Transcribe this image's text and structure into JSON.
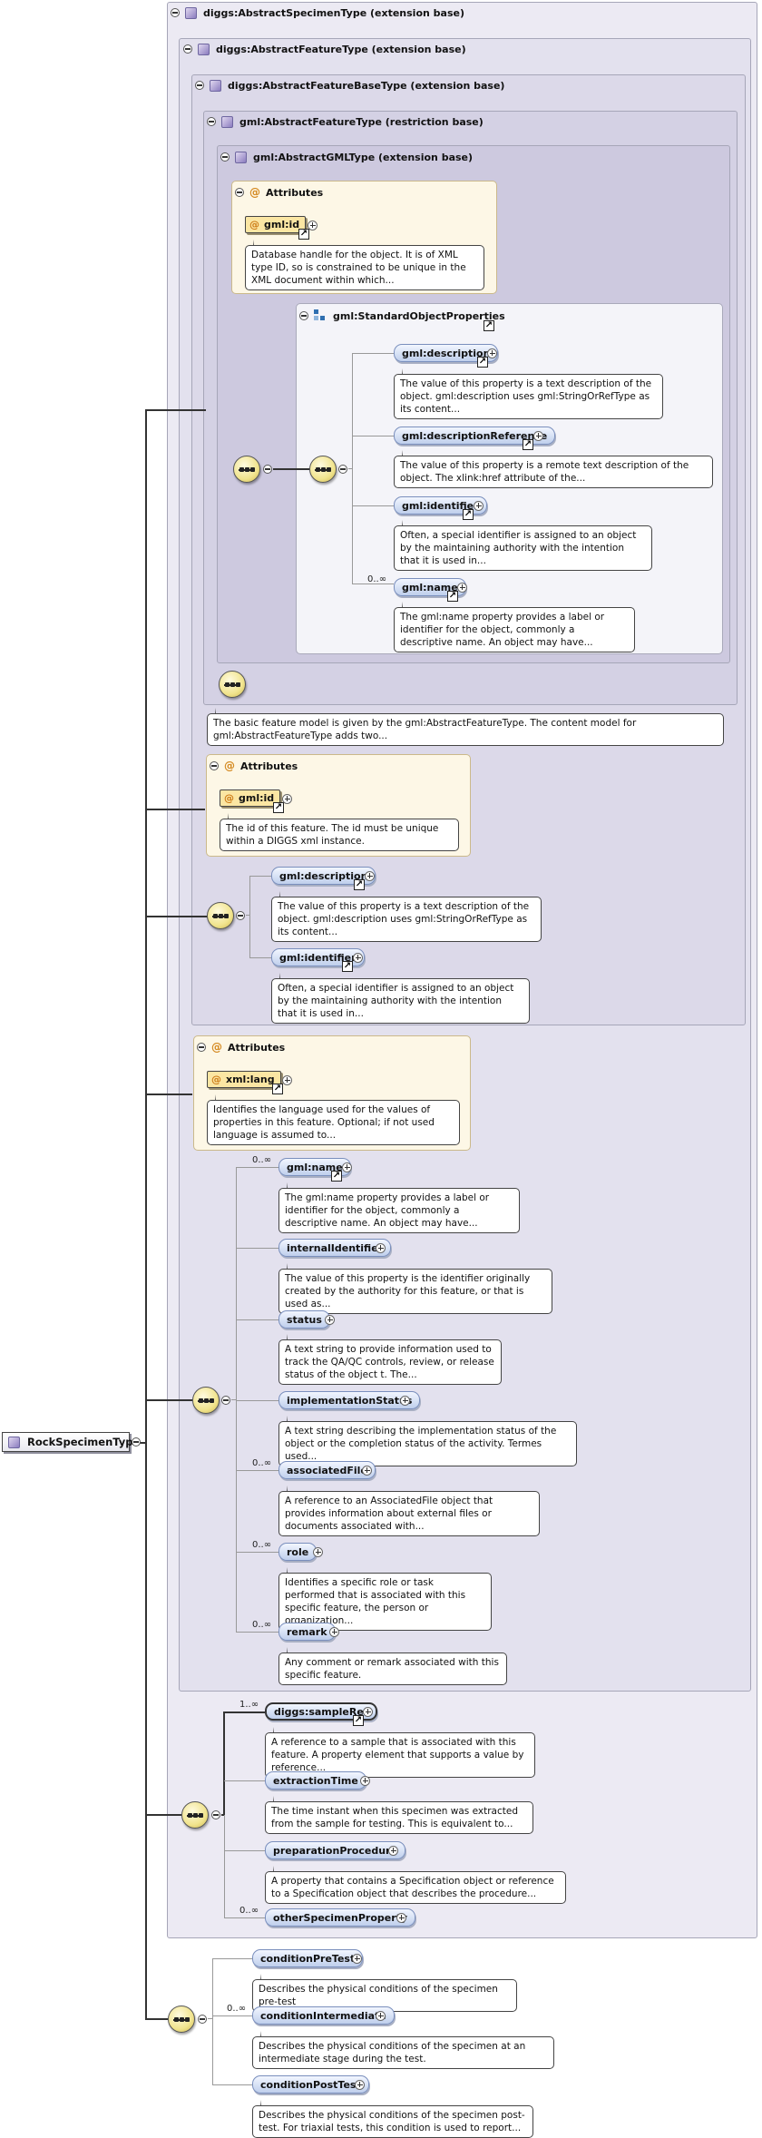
{
  "root": {
    "label": "RockSpecimenType"
  },
  "boxes": {
    "b1": "diggs:AbstractSpecimenType (extension base)",
    "b2": "diggs:AbstractFeatureType (extension base)",
    "b3": "diggs:AbstractFeatureBaseType (extension base)",
    "b4": "gml:AbstractFeatureType (restriction base)",
    "b5": "gml:AbstractGMLType (extension base)"
  },
  "attributes_label": "Attributes",
  "gmlType": {
    "attr": {
      "name": "gml:id",
      "doc": "Database handle for the object. It is of XML type ID, so is constrained to be unique in the XML document within which..."
    },
    "group_label": "gml:StandardObjectProperties",
    "elements": [
      {
        "name": "gml:description",
        "doc": "The value of this property is a text description of the object. gml:description uses gml:StringOrRefType as its content..."
      },
      {
        "name": "gml:descriptionReference",
        "doc": "The value of this property is a remote text description of the object. The xlink:href attribute of the..."
      },
      {
        "name": "gml:identifier",
        "doc": "Often, a special identifier is assigned to an object by the maintaining authority with the intention that it is used in..."
      },
      {
        "name": "gml:name",
        "occ": "0..∞",
        "doc": "The gml:name property provides a label or identifier for the object, commonly a descriptive name. An object may have..."
      }
    ]
  },
  "featureDoc": "The basic feature model is given by the gml:AbstractFeatureType. The content model for gml:AbstractFeatureType adds two...",
  "featureBase": {
    "attr": {
      "name": "gml:id",
      "doc": "The id of this feature. The id must be unique within a DIGGS xml instance."
    },
    "elements": [
      {
        "name": "gml:description",
        "doc": "The value of this property is a text description of the object. gml:description uses gml:StringOrRefType as its content..."
      },
      {
        "name": "gml:identifier",
        "doc": "Often, a special identifier is assigned to an object by the maintaining authority with the intention that it is used in..."
      }
    ]
  },
  "feature": {
    "attr": {
      "name": "xml:lang",
      "doc": "Identifies the language used for the values of properties in this feature. Optional; if not used language is assumed to..."
    },
    "elements": [
      {
        "name": "gml:name",
        "occ": "0..∞",
        "doc": "The gml:name property provides a label or identifier for the object, commonly a descriptive name. An object may have..."
      },
      {
        "name": "internalIdentifier",
        "doc": "The value of this property is the identifier originally created by the authority for this feature, or that is used as..."
      },
      {
        "name": "status",
        "doc": "A text string to provide information used to track the QA/QC controls, review, or release status of the object t. The..."
      },
      {
        "name": "implementationStatus",
        "doc": "A text string describing the implementation status of the object or the completion status of the activity. Termes used..."
      },
      {
        "name": "associatedFile",
        "occ": "0..∞",
        "doc": "A reference to an AssociatedFile object that provides information about external files or documents associated with..."
      },
      {
        "name": "role",
        "occ": "0..∞",
        "doc": "Identifies a specific role or task performed that is associated with this specific feature, the person or organization..."
      },
      {
        "name": "remark",
        "occ": "0..∞",
        "doc": "Any comment or remark associated with this specific feature."
      }
    ]
  },
  "specimen": {
    "elements": [
      {
        "name": "diggs:sampleRef",
        "occ": "1..∞",
        "doc": "A reference to a sample that is associated with this feature. A property element that supports a value by reference..."
      },
      {
        "name": "extractionTime",
        "doc": "The time instant when this specimen was extracted from the sample for testing. This is equivalent to..."
      },
      {
        "name": "preparationProcedure",
        "doc": "A property that contains a Specification object or reference to a Specification object that describes the procedure..."
      },
      {
        "name": "otherSpecimenProperty",
        "occ": "0..∞"
      }
    ]
  },
  "rock": {
    "elements": [
      {
        "name": "conditionPreTest",
        "doc": "Describes the physical conditions of the specimen pre-test"
      },
      {
        "name": "conditionIntermediate",
        "occ": "0..∞",
        "doc": "Describes the physical conditions of the specimen at an intermediate stage during the test."
      },
      {
        "name": "conditionPostTest",
        "doc": "Describes the physical conditions of the specimen post-test. For triaxial tests, this condition is used to report..."
      }
    ]
  }
}
